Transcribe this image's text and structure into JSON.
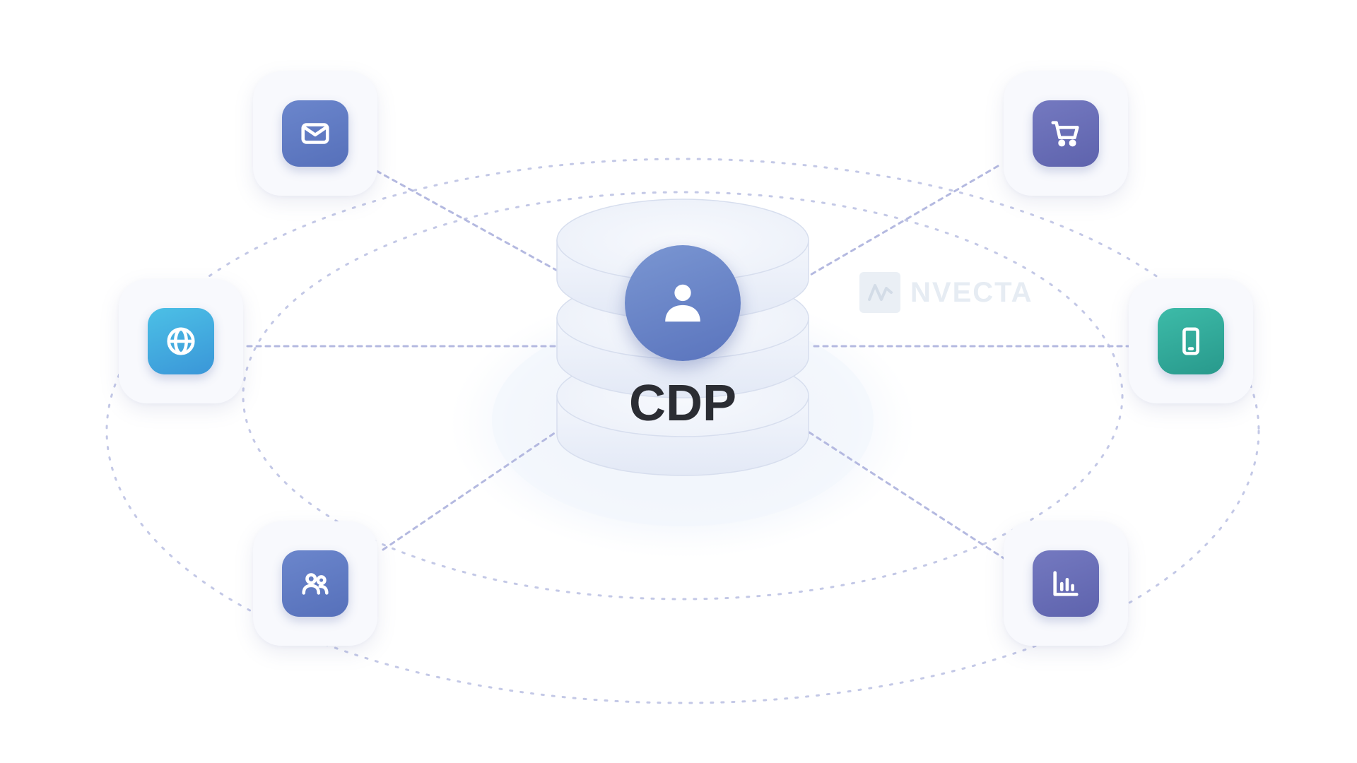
{
  "diagram": {
    "center": {
      "label": "CDP",
      "icon": "user-icon"
    },
    "nodes": [
      {
        "id": "email",
        "icon": "mail-icon",
        "color": "#5f7bc4"
      },
      {
        "id": "web",
        "icon": "globe-icon",
        "color": "#3fa8dd"
      },
      {
        "id": "community",
        "icon": "users-icon",
        "color": "#5f7bc4"
      },
      {
        "id": "ecommerce",
        "icon": "cart-icon",
        "color": "#6a6fb8"
      },
      {
        "id": "mobile",
        "icon": "smartphone-icon",
        "color": "#2fa89a"
      },
      {
        "id": "analytics",
        "icon": "bar-chart-icon",
        "color": "#6a6fb8"
      }
    ],
    "connector_color": "#b4b9e0"
  },
  "watermark": {
    "text": "NVECTA",
    "icon": "nvecta-logo-icon"
  }
}
